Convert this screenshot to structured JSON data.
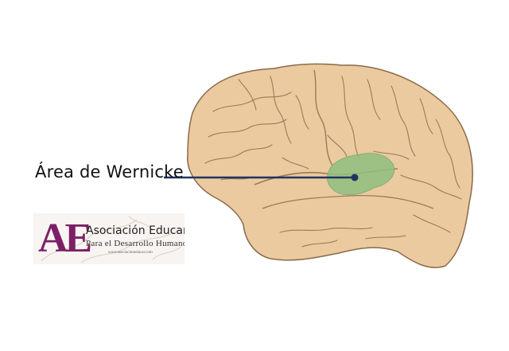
{
  "diagram": {
    "label": "Área de Wernicke",
    "colors": {
      "brain_fill": "#ebcaa0",
      "brain_outline": "#8a6a4a",
      "sulci": "#9b7a58",
      "region_fill": "#8fc080",
      "pointer": "#1f3560"
    }
  },
  "logo": {
    "mark": "AE",
    "title": "Asociación Educar",
    "subtitle": "Para el Desarrollo Humano",
    "url": "www.asociacioneducar.com",
    "accent_color": "#7b1f66"
  }
}
